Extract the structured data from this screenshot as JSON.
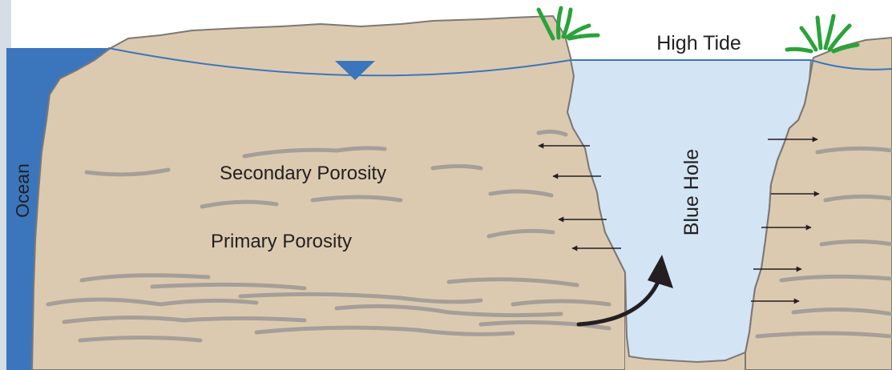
{
  "diagram": {
    "labels": {
      "high_tide": "High Tide",
      "ocean": "Ocean",
      "blue_hole": "Blue Hole",
      "secondary_porosity": "Secondary Porosity",
      "primary_porosity": "Primary Porosity"
    },
    "colors": {
      "rock": "#dccab0",
      "rock_edge": "#7d7875",
      "ocean": "#3b76bc",
      "hole_water": "#d3e4f5",
      "water_table": "#3b76bc",
      "porosity_streaks": "#a59f99",
      "grass": "#2aa33a",
      "background_left_strip": "#d6dde5",
      "text_and_arrows": "#231f20"
    },
    "icons": {
      "water_table_marker": "inverted-triangle-icon",
      "vegetation": "grass-tuft-icon"
    }
  }
}
